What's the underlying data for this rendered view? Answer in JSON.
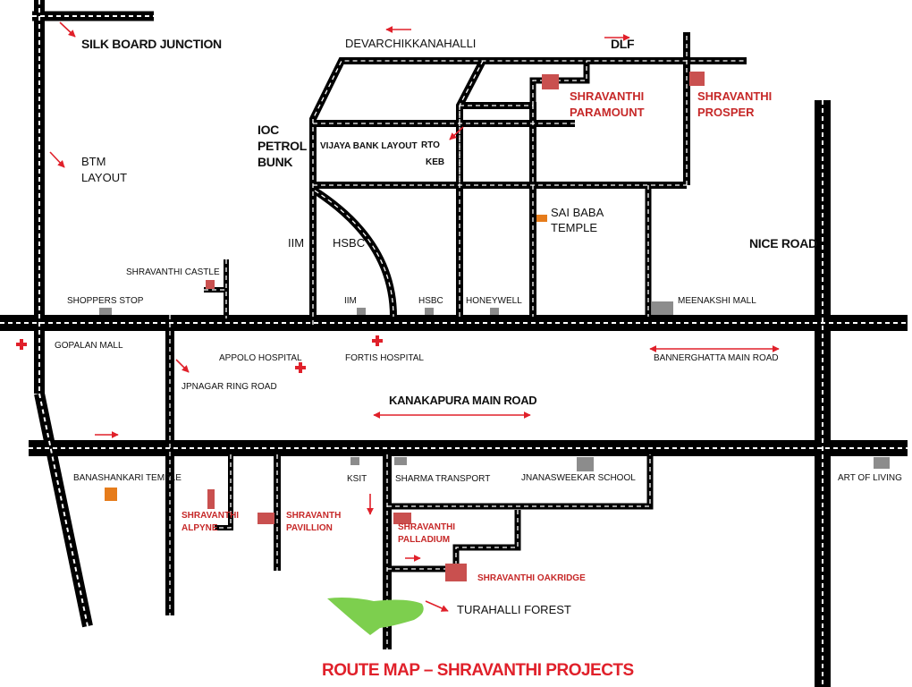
{
  "title": "ROUTE MAP – SHRAVANTHI PROJECTS",
  "colors": {
    "road": "#000000",
    "lane": "#ffffff",
    "project": "#c9504f",
    "landmark": "#8c8c8c",
    "temple": "#e67c1b",
    "forest": "#7dcf4e",
    "arrow": "#e0202a",
    "title": "#e0202a"
  },
  "roads": {
    "silk_board_junction": "SILK BOARD JUNCTION",
    "nice_road": "NICE ROAD",
    "kanakapura_main_road": "KANAKAPURA MAIN ROAD",
    "bannerghatta_main_road": "BANNERGHATTA MAIN ROAD",
    "jp_nagar_ring_road": "JPNAGAR RING ROAD",
    "vijaya_bank_layout": "VIJAYA BANK LAYOUT"
  },
  "areas": {
    "devarchikkanahalli": "DEVARCHIKKANAHALLI",
    "dlf": "DLF",
    "btm_layout": "BTM LAYOUT",
    "ioc_petrol_bunk": "IOC PETROL BUNK",
    "rto": "RTO",
    "keb": "KEB",
    "sai_baba_temple": "SAI BABA TEMPLE",
    "iim": "IIM",
    "hsbc": "HSBC",
    "turahalli_forest": "TURAHALLI FOREST"
  },
  "landmarks": {
    "shoppers_stop": "SHOPPERS STOP",
    "gopalan_mall": "GOPALAN MALL",
    "appolo_hospital": "APPOLO HOSPITAL",
    "fortis_hospital": "FORTIS HOSPITAL",
    "iim_small": "IIM",
    "hsbc_small": "HSBC",
    "honeywell": "HONEYWELL",
    "meenakshi_mall": "MEENAKSHI MALL",
    "banashankari_temple": "BANASHANKARI TEMPLE",
    "ksit": "KSIT",
    "sharma_transport": "SHARMA TRANSPORT",
    "jnanasweekar_school": "JNANASWEEKAR SCHOOL",
    "art_of_living": "ART OF LIVING"
  },
  "projects": {
    "castle": "SHRAVANTHI CASTLE",
    "paramount": "SHRAVANTHI PARAMOUNT",
    "prosper": "SHRAVANTHI PROSPER",
    "alpyne": "SHRAVANTHI ALPYNE",
    "pavillion": "SHRAVANTH PAVILLION",
    "palladium": "SHRAVANTHI PALLADIUM",
    "oakridge": "SHRAVANTHI OAKRIDGE"
  }
}
